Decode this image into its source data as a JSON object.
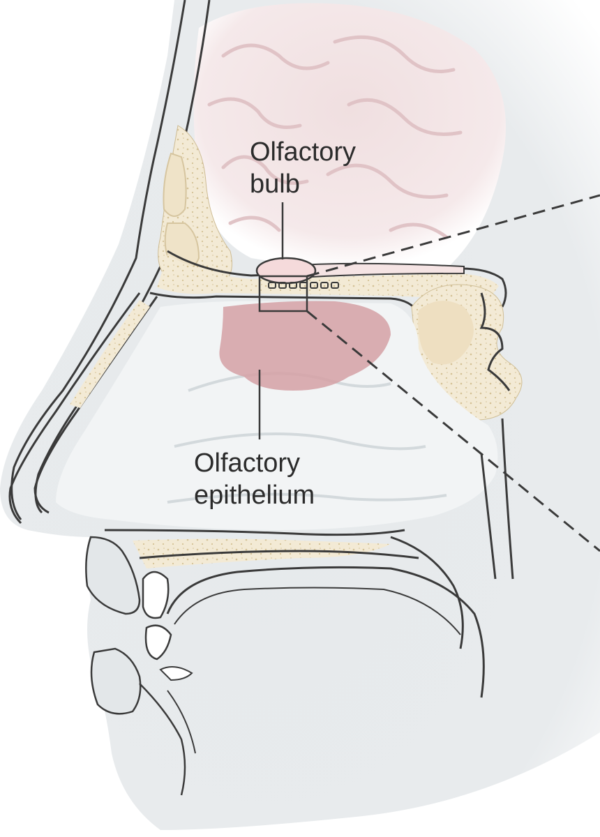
{
  "labels": {
    "olfactory_bulb_line1": "Olfactory",
    "olfactory_bulb_line2": "bulb",
    "olfactory_epithelium_line1": "Olfactory",
    "olfactory_epithelium_line2": "epithelium"
  },
  "colors": {
    "skin_tissue": "#e4e8ea",
    "outline": "#3a3a3a",
    "bone": "#f2e8d2",
    "bone_speckle": "#d9c79c",
    "brain": "#f1e1e1",
    "brain_fold": "#e2c5c7",
    "olfactory_epithelium": "#d8a3a6",
    "olfactory_bulb": "#f3d6d6",
    "nasal_cavity": "#f3f5f6",
    "label_text": "#2b2b2b"
  }
}
